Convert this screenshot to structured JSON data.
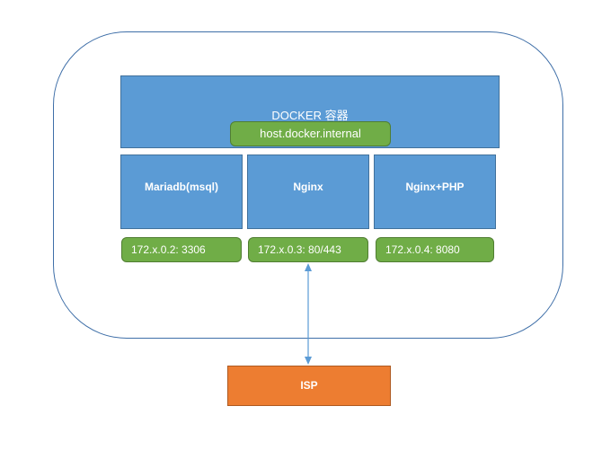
{
  "docker": {
    "title": "DOCKER 容器",
    "internal_host": "host.docker.internal"
  },
  "services": [
    {
      "name": "Mariadb(msql)",
      "address": "172.x.0.2: 3306"
    },
    {
      "name": "Nginx",
      "address": "172.x.0.3: 80/443"
    },
    {
      "name": "Nginx+PHP",
      "address": "172.x.0.4: 8080"
    }
  ],
  "isp": {
    "label": "ISP"
  },
  "colors": {
    "container_blue": "#5b9bd5",
    "address_green": "#70ad47",
    "isp_orange": "#ed7d31",
    "connector": "#5b9bd5"
  }
}
